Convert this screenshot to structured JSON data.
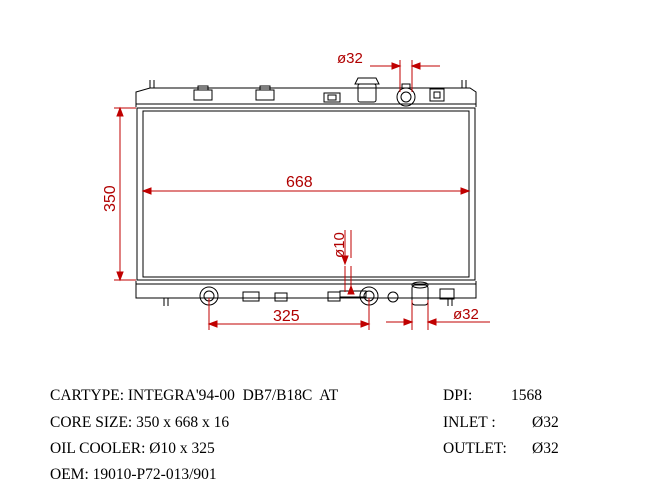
{
  "drawing": {
    "dims": {
      "inlet_top": "ø32",
      "height": "350",
      "width": "668",
      "oil_cooler_diameter": "ø10",
      "oil_cooler_length": "325",
      "outlet_bottom": "ø32"
    },
    "colors": {
      "outline": "#000000",
      "dimension": "#c00000"
    }
  },
  "specs": {
    "cartype": "CARTYPE: INTEGRA'94-00  DB7/B18C  AT",
    "core_size": "CORE SIZE: 350 x 668 x 16",
    "oil_cooler": "OIL COOLER: Ø10 x 325",
    "oem": "OEM: 19010-P72-013/901",
    "dpi_label": "DPI:",
    "dpi_value": "1568",
    "inlet_label": "INLET :",
    "inlet_value": "Ø32",
    "outlet_label": "OUTLET:",
    "outlet_value": "Ø32"
  }
}
